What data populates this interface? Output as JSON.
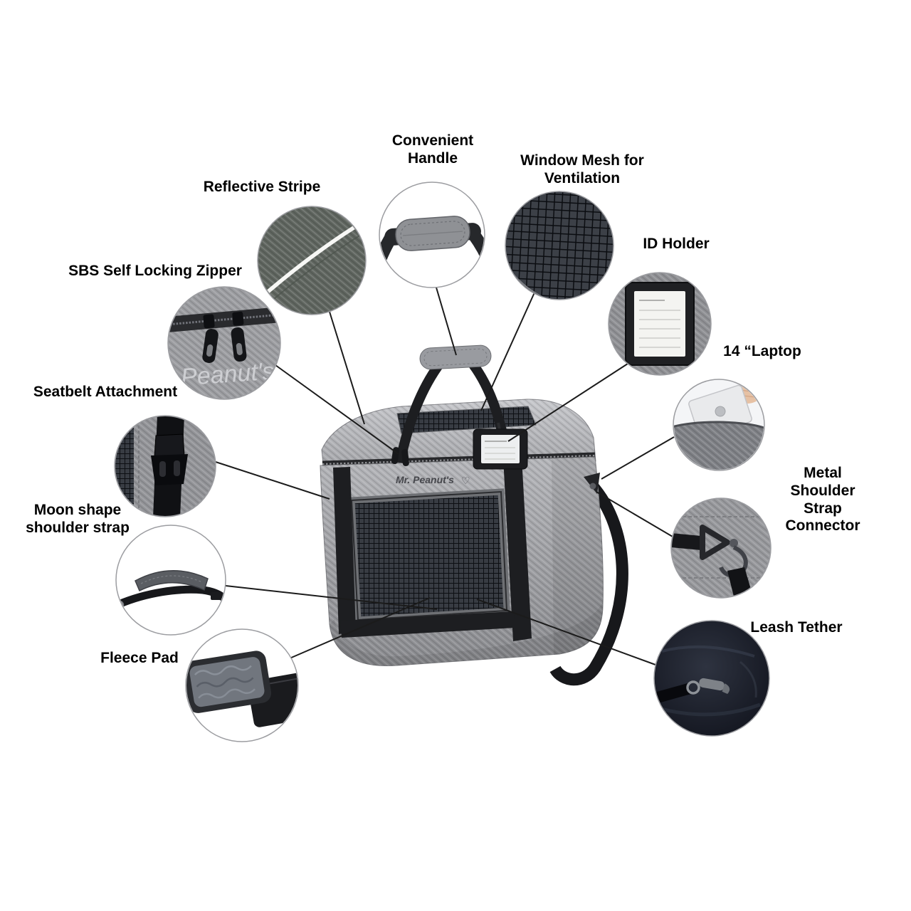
{
  "diagram": {
    "type": "product-feature-callout-diagram",
    "product": "Soft-sided pet carrier duffel bag",
    "brand_text": "Mr. Peanut's",
    "logo_glyph": "♡",
    "watermark_text": "Peanut's",
    "features": [
      {
        "id": "reflective-stripe",
        "label": "Reflective Stripe"
      },
      {
        "id": "convenient-handle",
        "label": "Convenient\nHandle"
      },
      {
        "id": "window-mesh",
        "label": "Window Mesh for\nVentilation"
      },
      {
        "id": "id-holder",
        "label": "ID Holder"
      },
      {
        "id": "laptop-pocket",
        "label": "14 “Laptop"
      },
      {
        "id": "metal-shoulder-strap-connector",
        "label": "Metal Shoulder\nStrap Connector"
      },
      {
        "id": "leash-tether",
        "label": "Leash Tether"
      },
      {
        "id": "sbs-self-locking-zipper",
        "label": "SBS Self Locking Zipper"
      },
      {
        "id": "seatbelt-attachment",
        "label": "Seatbelt Attachment"
      },
      {
        "id": "moon-shape-shoulder-strap",
        "label": "Moon shape\nshoulder strap"
      },
      {
        "id": "fleece-pad",
        "label": "Fleece Pad"
      }
    ],
    "colors": {
      "background": "#ffffff",
      "callout_line": "#1b1b1b",
      "label_text": "#000000",
      "fabric_gray": "#9b9c9f",
      "trim_dark": "#1d1e21"
    }
  }
}
